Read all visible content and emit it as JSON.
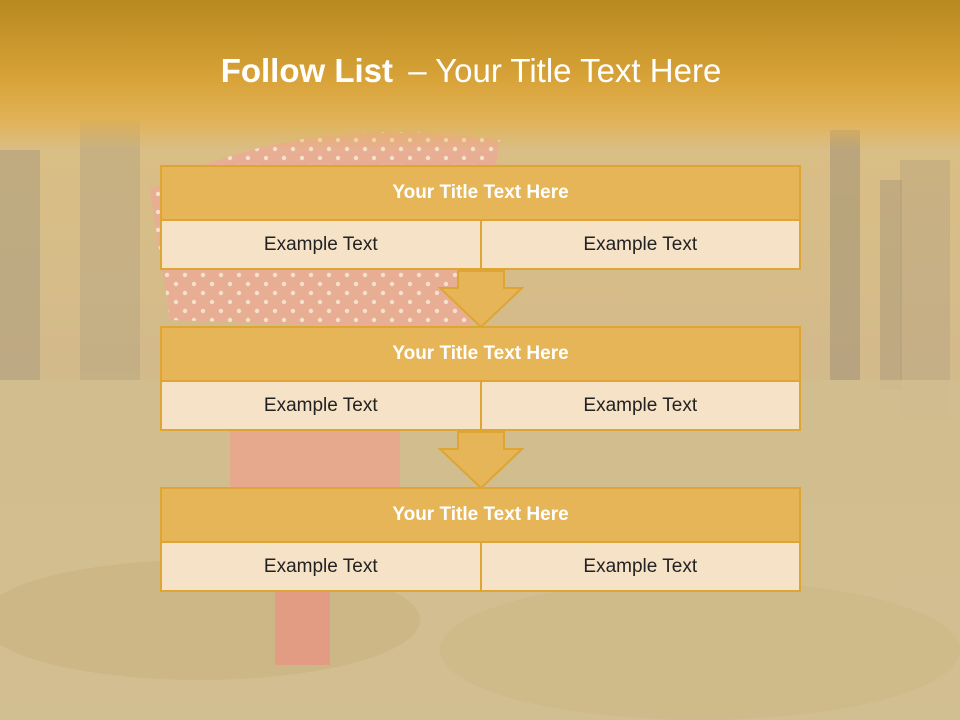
{
  "slide": {
    "title_bold": "Follow List",
    "title_dash": "–",
    "title_rest": "Your Title Text Here"
  },
  "steps": [
    {
      "title": "Your Title Text Here",
      "left": "Example Text",
      "right": "Example Text"
    },
    {
      "title": "Your Title Text Here",
      "left": "Example Text",
      "right": "Example Text"
    },
    {
      "title": "Your Title Text Here",
      "left": "Example Text",
      "right": "Example Text"
    }
  ],
  "colors": {
    "header_fill": "#e6b557",
    "border": "#dea534",
    "cell_fill": "#f6e2c6",
    "arrow_fill": "#e6b557"
  }
}
